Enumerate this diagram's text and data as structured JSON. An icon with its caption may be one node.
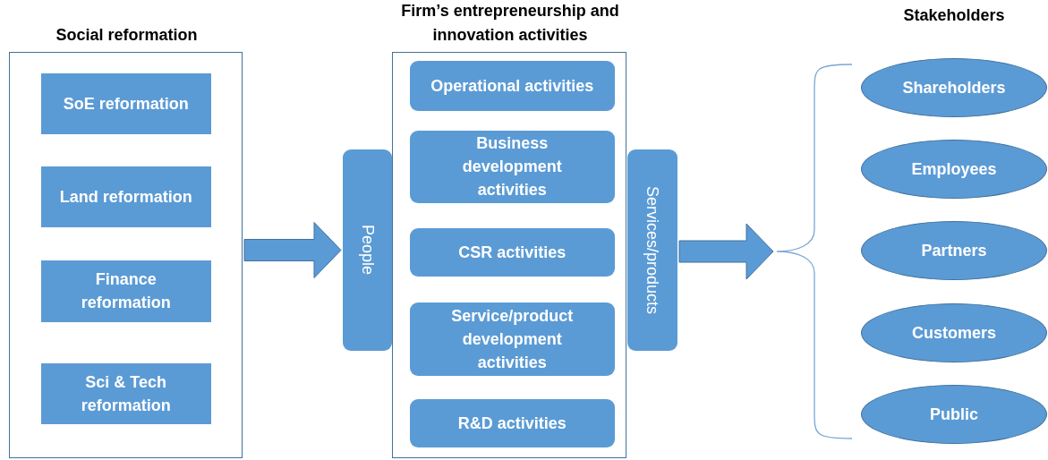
{
  "diagram": {
    "nodes": [
      {
        "text": [
          "Social reformation"
        ]
      },
      {
        "text": [
          "SoE reformation"
        ],
        "in": 0
      },
      {
        "text": [
          "Land reformation"
        ],
        "in": 0
      },
      {
        "text": [
          "Finance reformation"
        ],
        "in": 0
      },
      {
        "text": [
          "Sci & Tech reformation"
        ],
        "in": 0
      },
      {
        "text": [
          "Firm’s entrepreneurship and innovation activities"
        ]
      },
      {
        "text": [
          "Operational activities"
        ],
        "in": 5
      },
      {
        "text": [
          "Business development activities"
        ],
        "in": 5
      },
      {
        "text": [
          "CSR activities"
        ],
        "in": 5
      },
      {
        "text": [
          "Service/product development activities"
        ],
        "in": 5
      },
      {
        "text": [
          "R&D activities"
        ],
        "in": 5
      },
      {
        "text": [
          "People"
        ]
      },
      {
        "text": [
          "Services/products"
        ]
      },
      {
        "text": [],
        "shape": "brace"
      },
      {
        "text": [
          "Shareholders"
        ]
      },
      {
        "text": [
          "Employees"
        ]
      },
      {
        "text": [
          "Partners"
        ]
      },
      {
        "text": [
          "Customers"
        ]
      },
      {
        "text": [
          "Public"
        ]
      }
    ],
    "edges": [
      {
        "from": 0,
        "to": 11,
        "arrow": "to",
        "style": "thick"
      },
      {
        "from": 12,
        "to": 13,
        "arrow": "to",
        "style": "thick"
      }
    ],
    "labels": [
      "Stakeholders"
    ]
  }
}
